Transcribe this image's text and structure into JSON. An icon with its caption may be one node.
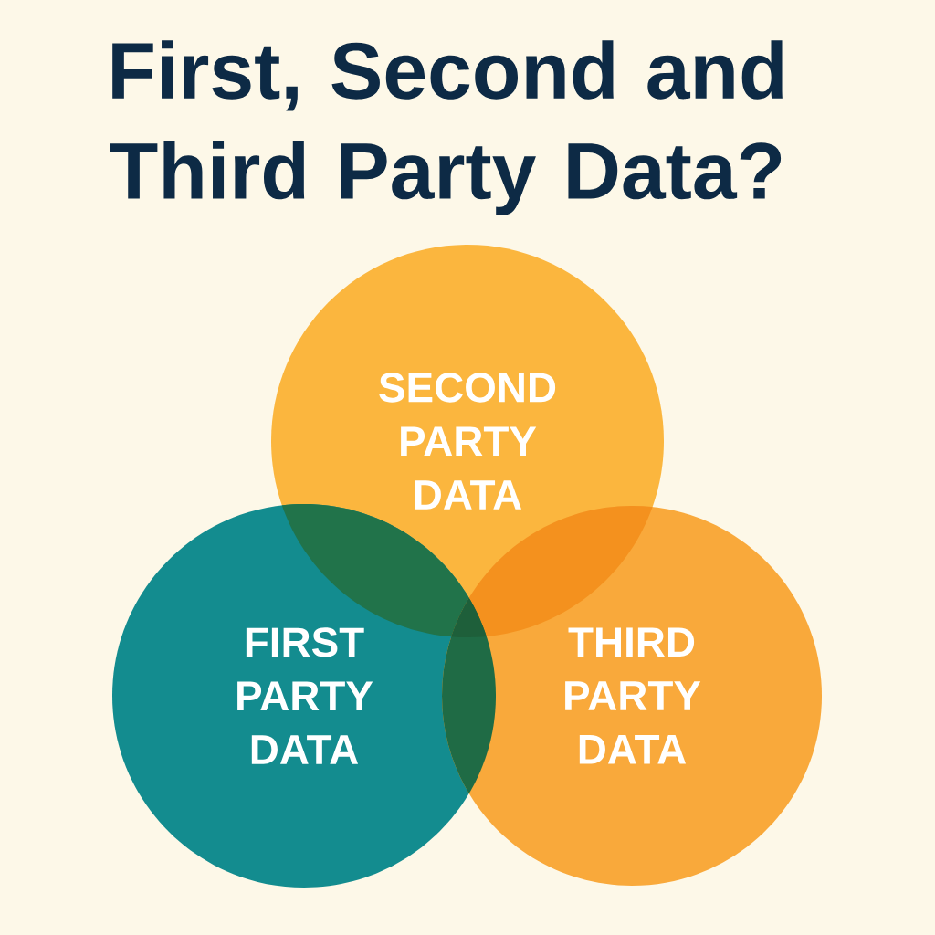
{
  "diagram": {
    "title": "First, Second and Third Party Data?",
    "nodes": [
      {
        "text": [
          "SECOND PARTY DATA"
        ]
      },
      {
        "text": [
          "FIRST PARTY DATA"
        ]
      },
      {
        "text": [
          "THIRD PARTY DATA"
        ]
      }
    ]
  }
}
